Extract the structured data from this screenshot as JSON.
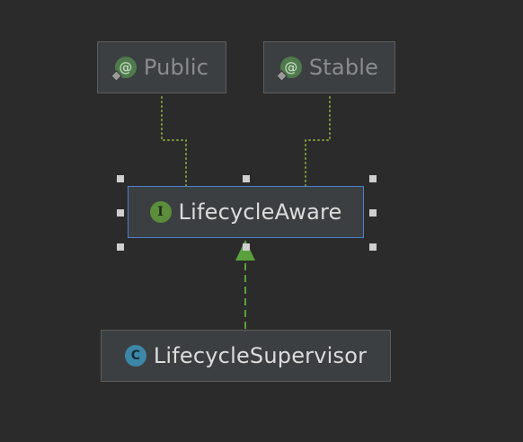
{
  "nodes": {
    "public": {
      "label": "Public",
      "kind": "annotation",
      "icon": "annotation-icon",
      "badge_letter": "@"
    },
    "stable": {
      "label": "Stable",
      "kind": "annotation",
      "icon": "annotation-icon",
      "badge_letter": "@"
    },
    "lifecycle_aware": {
      "label": "LifecycleAware",
      "kind": "interface",
      "icon": "interface-icon",
      "badge_letter": "I",
      "selected": true
    },
    "lifecycle_supervisor": {
      "label": "LifecycleSupervisor",
      "kind": "class",
      "icon": "class-icon",
      "badge_letter": "C"
    }
  },
  "edges": [
    {
      "from": "lifecycle_aware",
      "to": "public",
      "type": "annotated-by",
      "style": "dotted"
    },
    {
      "from": "lifecycle_aware",
      "to": "stable",
      "type": "annotated-by",
      "style": "dotted"
    },
    {
      "from": "lifecycle_supervisor",
      "to": "lifecycle_aware",
      "type": "implements",
      "style": "dashed-arrow"
    }
  ],
  "colors": {
    "background": "#2b2b2b",
    "node_fill": "#3c3f41",
    "node_border": "#5a5d60",
    "selection_border": "#4d7fd1",
    "annotation_edge": "#7a9a3a",
    "implements_edge": "#5aa03c",
    "annotation_badge": "#4f7a4d",
    "interface_badge": "#5b8d3b",
    "class_badge": "#3c87a8"
  }
}
